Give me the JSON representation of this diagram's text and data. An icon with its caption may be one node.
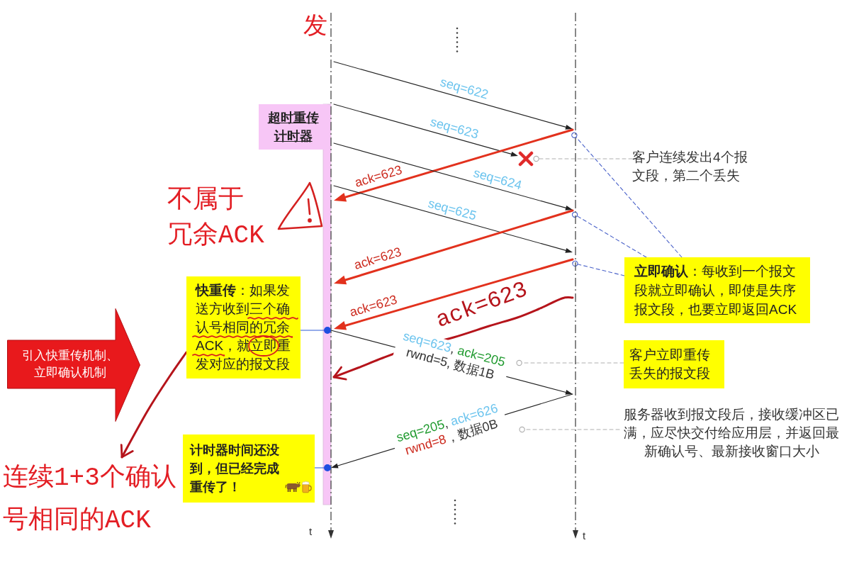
{
  "diagram": {
    "nodes": [
      {
        "text": [],
        "shape": "line",
        "beside": [
          "t"
        ]
      },
      {
        "text": [],
        "shape": "line",
        "beside": [
          "t"
        ]
      },
      {
        "text": [
          "超时重传计时器"
        ]
      },
      {
        "text": [],
        "shape": "cross"
      },
      {
        "text": [
          "客户连续发出4个报文段，第二个丢失"
        ]
      },
      {
        "text": [
          "**立即确认**：每收到一个报文段就立即确认，即使是失序报文段，也要立即返回ACK"
        ]
      },
      {
        "text": [
          "引入快重传机制、立即确认机制"
        ]
      },
      {
        "text": [
          "**快重传**：如果发送方收到三个确认号相同的冗余ACK，就立即重发对应的报文段"
        ]
      },
      {
        "text": [],
        "shape": "circle"
      },
      {
        "text": [
          "客户立即重传丢失的报文段"
        ]
      },
      {
        "text": [
          "服务器收到报文段后，接收缓冲区已满，应尽快交付给应用层，并返回最新确认号、最新接收窗口大小"
        ]
      },
      {
        "text": [
          "计时器时间还没到，但已经完成重传了！"
        ]
      },
      {
        "text": [],
        "shape": "circle"
      },
      {
        "text": [
          "连续1+3个确认号相同的ACK"
        ]
      }
    ],
    "edges": [
      {
        "from": 0,
        "to": 1,
        "arrow": "to",
        "label": "seq=622"
      },
      {
        "from": 0,
        "to": 3,
        "arrow": "to",
        "label": "seq=623"
      },
      {
        "from": 1,
        "to": 0,
        "arrow": "to",
        "label": "ack=623",
        "style": "thick",
        "color": "#e2311d"
      },
      {
        "from": 0,
        "to": 1,
        "arrow": "to",
        "label": "seq=624"
      },
      {
        "from": 0,
        "to": 1,
        "arrow": "to",
        "label": "seq=625"
      },
      {
        "from": 1,
        "to": 0,
        "arrow": "to",
        "label": "ack=623",
        "style": "thick",
        "color": "#e2311d"
      },
      {
        "from": 1,
        "to": 0,
        "arrow": "to",
        "label": "ack=623",
        "style": "thick",
        "color": "#e2311d"
      },
      {
        "from": 1,
        "to": 0,
        "arrow": "to",
        "label": "ack=623",
        "style": "thick",
        "color": "#b5141b"
      },
      {
        "from": 8,
        "to": 1,
        "arrow": "to",
        "label": "seq=623, ack=205 rwnd=5, 数据1B"
      },
      {
        "from": 1,
        "to": 12,
        "arrow": "to",
        "label": "seq=205, ack=626 rwnd=8，数据0B"
      },
      {
        "from": 4,
        "to": 3,
        "arrow": "other",
        "style": "dashed",
        "color": "#b0b0b0"
      },
      {
        "from": 5,
        "to": 1,
        "arrow": "other",
        "style": "dashed",
        "color": "#4a62c9"
      },
      {
        "from": 5,
        "to": 1,
        "arrow": "other",
        "style": "dashed",
        "color": "#4a62c9"
      },
      {
        "from": 5,
        "to": 1,
        "arrow": "other",
        "style": "dashed",
        "color": "#4a62c9"
      },
      {
        "from": 9,
        "to": null,
        "arrow": "other",
        "style": "dashed",
        "color": "#b0b0b0"
      },
      {
        "from": 10,
        "to": null,
        "arrow": "other",
        "style": "dashed",
        "color": "#b0b0b0"
      },
      {
        "from": 7,
        "to": 8,
        "arrow": "none",
        "color": "#2f5ad6"
      },
      {
        "from": 11,
        "to": 12,
        "arrow": "none",
        "color": "#2f5ad6"
      },
      {
        "from": 7,
        "to": 13,
        "arrow": "to",
        "style": "thick",
        "color": "#b5141b"
      }
    ],
    "labels": [
      "发",
      "不属于冗余ACK"
    ]
  }
}
